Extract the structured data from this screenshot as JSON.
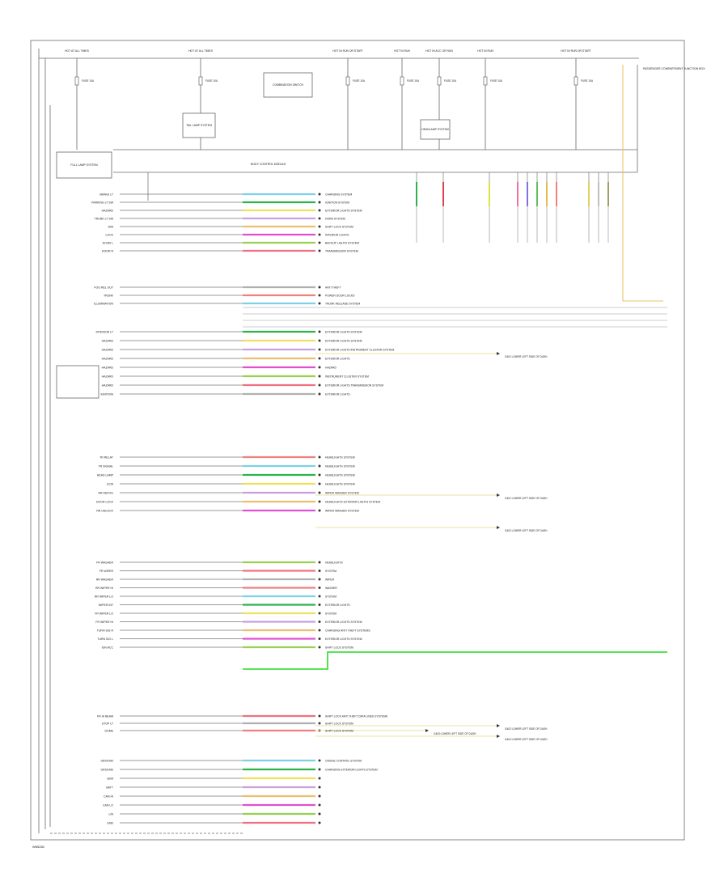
{
  "diagram": {
    "footer_code": "W65282",
    "top_feeds": [
      {
        "label": "HOT AT ALL TIMES",
        "fuse": "FUSE 10A"
      },
      {
        "label": "HOT AT ALL TIMES",
        "fuse": "FUSE 10A"
      },
      {
        "label": "HOT IN RUN OR START",
        "fuse": "FUSE 10A"
      },
      {
        "label": "HOT IN RUN",
        "fuse": "FUSE 10A"
      },
      {
        "label": "HOT IN ACC OR RUN",
        "fuse": "FUSE 10A"
      },
      {
        "label": "HOT IN RUN",
        "fuse": "FUSE 10A"
      },
      {
        "label": "HOT IN RUN OR START",
        "fuse": "FUSE 10A"
      }
    ],
    "boxes": [
      {
        "label": "FULL LAMP SYSTEM"
      },
      {
        "label": "TAIL LAMP SYSTEM"
      },
      {
        "label": "COMBINATION SWITCH"
      },
      {
        "label": "HEADLAMP SYSTEM"
      }
    ],
    "module": {
      "label": "BODY CONTROL MODULE"
    },
    "right_note": "PASSENGER COMPARTMENT JUNCTION BOX",
    "left_pins": [
      "BRAKE LT",
      "PARKING LT SW",
      "HAZARD",
      "TRUNK LT SW",
      "DIM",
      "LOCK",
      "DOOR L",
      "DOOR R",
      "FOG REL OUT",
      "TRUNK",
      "ILLUMINATION",
      "INTERIOR LT",
      "HAZARD",
      "HAZARD",
      "HAZARD",
      "HAZARD",
      "HAZARD",
      "HAZARD",
      "IGNITION",
      "TR RELAY",
      "TR SIGNAL",
      "HEAD LAMP",
      "ECM",
      "RR DEFOG",
      "DOOR LOCK",
      "RR UNLOCK",
      "FR WASHER",
      "FR WIPER",
      "RR WASHER",
      "RR WIPER HI",
      "RR WIPER LO",
      "WIPER INT",
      "FR WIPER LO",
      "FR WIPER HI",
      "TURN SIG R",
      "TURN SIG L",
      "IGN ACC",
      "FR HI BEAM",
      "STOP LT",
      "DOME",
      "GROUND",
      "GROUND",
      "SDM",
      "BATT",
      "CAN HI",
      "CAN LO",
      "LIN",
      "GND"
    ],
    "right_labels": [
      "CHARGING SYSTEM",
      "IGNITION SYSTEM",
      "EXTERIOR LIGHTS SYSTEM",
      "HORN SYSTEM",
      "SHIFT LOCK SYSTEM",
      "INTERIOR LIGHTS",
      "BACKUP LIGHTS SYSTEM",
      "TRANSMISSION SYSTEM",
      "ANTI THEFT",
      "POWER DOOR LOCKS",
      "TRUNK RELEASE SYSTEM",
      "EXTERIOR LIGHTS SYSTEM",
      "EXTERIOR LIGHTS SYSTEM",
      "EXTERIOR LIGHTS INSTRUMENT CLUSTER SYSTEM",
      "EXTERIOR LIGHTS",
      "HAZARD",
      "INSTRUMENT CLUSTER SYSTEM",
      "EXTERIOR LIGHTS TRANSMISSION SYSTEM",
      "EXTERIOR LIGHTS",
      "HEADLIGHTS SYSTEM",
      "HEADLIGHTS SYSTEM",
      "HEADLIGHTS SYSTEM",
      "HEADLIGHTS SYSTEM",
      "WIPER WASHER SYSTEM",
      "HEADLIGHTS EXTERIOR LIGHTS SYSTEM",
      "WIPER WASHER SYSTEM",
      "HEADLIGHTS",
      "SYSTEM",
      "WIPER",
      "WASHER",
      "SYSTEM",
      "EXTERIOR LIGHTS",
      "SYSTEM",
      "EXTERIOR LIGHTS SYSTEM",
      "CHARGING ANTI THEFT SYSTEMS",
      "EXTERIOR LIGHTS SYSTEM",
      "SHIFT LOCK SYSTEM",
      "SHIFT LOCK ANTI THEFT DATA LINES SYSTEMS",
      "SHIFT LOCK SYSTEM",
      "SHIFT LOCK SYSTEM",
      "CRUISE CONTROL SYSTEM",
      "CHARGING EXTERIOR LIGHTS SYSTEM"
    ],
    "ground_refs": [
      "G401 LOWER LEFT SIDE OF DASH",
      "G401 LOWER LEFT SIDE OF DASH",
      "G402 LOWER LEFT SIDE OF DASH",
      "G402 LOWER LEFT SIDE OF DASH",
      "G403 LOWER LEFT SIDE OF DASH",
      "G404 LOWER LEFT SIDE OF DASH"
    ]
  }
}
